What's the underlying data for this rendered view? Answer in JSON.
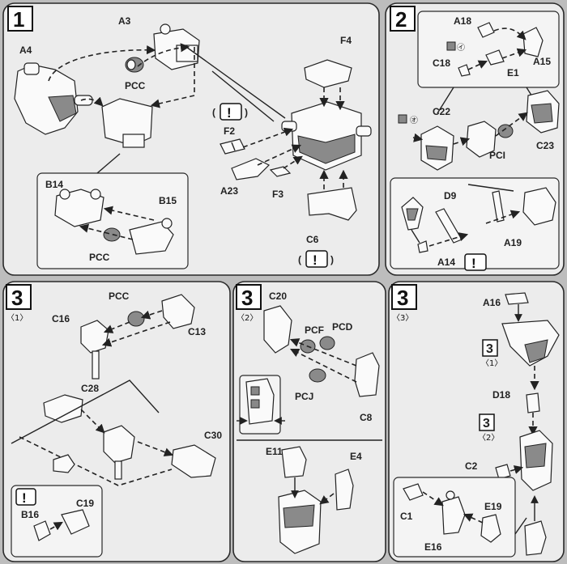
{
  "steps": [
    {
      "number": "1",
      "sub": ""
    },
    {
      "number": "2",
      "sub": ""
    },
    {
      "number": "3",
      "sub": "〈1〉"
    },
    {
      "number": "3",
      "sub": "〈2〉"
    },
    {
      "number": "3",
      "sub": "〈3〉"
    }
  ],
  "caution_glyph": "!",
  "labels": {
    "s1": [
      "A",
      "A",
      "PC",
      "B",
      "B",
      "PC",
      "F",
      "F",
      "A",
      "F",
      "C"
    ],
    "s2": [
      "A",
      "A",
      "E",
      "C",
      "C",
      "C",
      "PC",
      "D",
      "A",
      "A"
    ],
    "s31": [
      "PC",
      "C",
      "C",
      "C",
      "C",
      "B",
      "C"
    ],
    "s32": [
      "C",
      "PC",
      "PC",
      "PC",
      "C",
      "E",
      "E"
    ],
    "s33": [
      "A",
      "D",
      "C",
      "C",
      "E",
      "E"
    ]
  },
  "numbers": {
    "s1": [
      "4",
      "3",
      "C",
      "14",
      "15",
      "C",
      "4",
      "2",
      "23",
      "3",
      "6"
    ],
    "s2": [
      "18",
      "15",
      "1",
      "18",
      "22",
      "23",
      "I",
      "9",
      "19",
      "14"
    ],
    "s31": [
      "C",
      "16",
      "13",
      "28",
      "30",
      "16",
      "19"
    ],
    "s32": [
      "20",
      "F",
      "D",
      "J",
      "8",
      "11",
      "4"
    ],
    "s33": [
      "16",
      "18",
      "2",
      "1",
      "19",
      "16"
    ]
  },
  "ref_boxes": [
    {
      "number": "3",
      "sub": "〈1〉"
    },
    {
      "number": "3",
      "sub": "〈2〉"
    }
  ],
  "tool_marks": [
    "㋑",
    "㋔"
  ]
}
